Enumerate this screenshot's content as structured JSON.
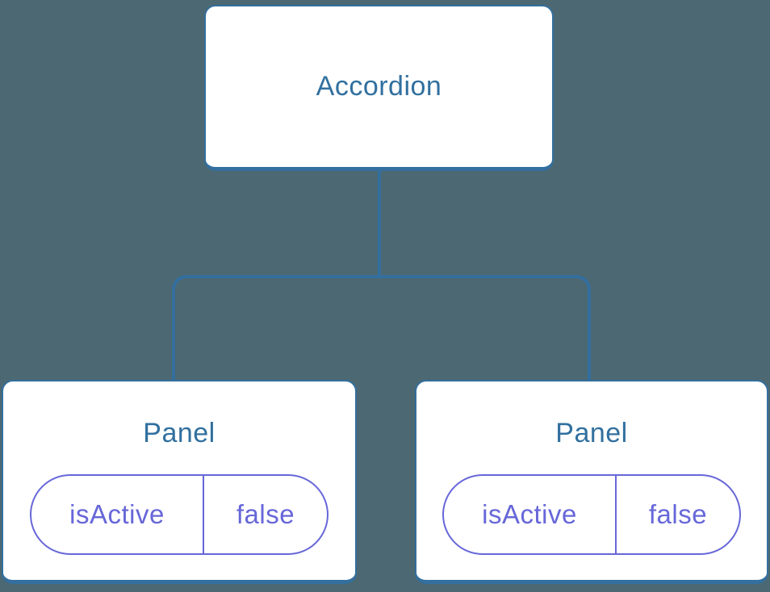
{
  "diagram": {
    "title": "component-state-tree",
    "colors": {
      "background": "#4C6872",
      "node_fill": "#FFFFFF",
      "node_border": "#336F9F",
      "node_text": "#31709F",
      "connector": "#336F9F",
      "state_pill": "#6767D9"
    },
    "root": {
      "label": "Accordion"
    },
    "children": [
      {
        "label": "Panel",
        "state": {
          "key": "isActive",
          "value": "false"
        }
      },
      {
        "label": "Panel",
        "state": {
          "key": "isActive",
          "value": "false"
        }
      }
    ]
  }
}
